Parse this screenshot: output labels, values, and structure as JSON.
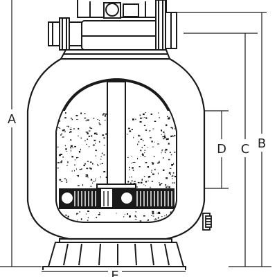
{
  "labels": {
    "a": "A",
    "b": "B",
    "c": "C",
    "d": "D",
    "e": "E"
  },
  "colors": {
    "line": "#1a1a1a",
    "tank": "#ffffff",
    "sand_fleck": "#1a1a1a",
    "background": "#ffffff"
  }
}
